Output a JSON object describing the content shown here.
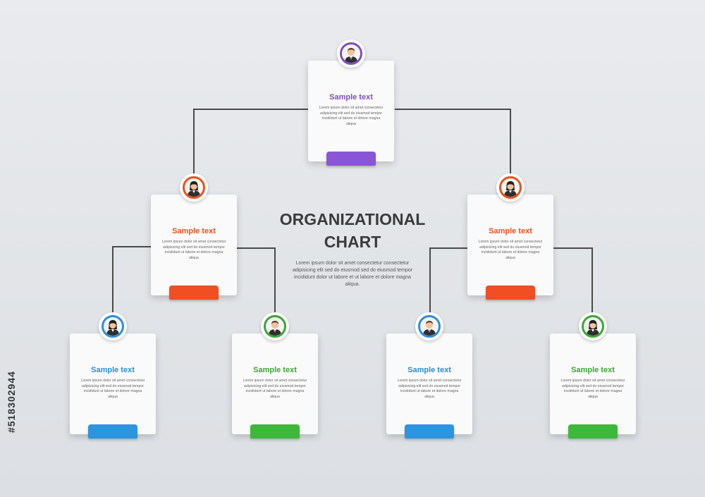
{
  "heading": {
    "line1": "ORGANIZATIONAL",
    "line2": "CHART"
  },
  "description": "Lorem ipsum dolor sit amet consectetur consectetur adipisicing elit sed do eiusmod sed do eiusmod tempor incididunt dolor ut labore et  ut labore et dolore magna aliqua.",
  "watermark": "#518302944",
  "nodes": [
    {
      "title": "Sample text",
      "body": "Lorem ipsum dolor sit amet consectetur adipisicing elit sed do eiusmod tempor incididunt ut labore et dolore magna aliqua",
      "accent": "#7b4fc4",
      "tab": "#8a55d6",
      "person": "male",
      "level": 1
    },
    {
      "title": "Sample text",
      "body": "Lorem ipsum dolor sit amet consectetur adipisicing elit sed do eiusmod tempor incididunt ut labore et dolore magna aliqua",
      "accent": "#e8521a",
      "tab": "#f04e23",
      "person": "female",
      "level": 2
    },
    {
      "title": "Sample text",
      "body": "Lorem ipsum dolor sit amet consectetur adipisicing elit sed do eiusmod tempor incididunt ut labore et dolore magna aliqua",
      "accent": "#e8521a",
      "tab": "#f04e23",
      "person": "female",
      "level": 2
    },
    {
      "title": "Sample text",
      "body": "Lorem ipsum dolor sit amet consectetur adipisicing elit sed do eiusmod tempor incididunt ut labore et dolore magna aliqua",
      "accent": "#2a8fd8",
      "tab": "#2b95e0",
      "person": "female",
      "level": 3
    },
    {
      "title": "Sample text",
      "body": "Lorem ipsum dolor sit amet consectetur adipisicing elit sed do eiusmod tempor incididunt ut labore et dolore magna aliqua",
      "accent": "#3aa635",
      "tab": "#3db83a",
      "person": "male",
      "level": 3
    },
    {
      "title": "Sample text",
      "body": "Lorem ipsum dolor sit amet consectetur adipisicing elit sed do eiusmod tempor incididunt ut labore et dolore magna aliqua",
      "accent": "#2a8fd8",
      "tab": "#2b95e0",
      "person": "male",
      "level": 3
    },
    {
      "title": "Sample text",
      "body": "Lorem ipsum dolor sit amet consectetur adipisicing elit sed do eiusmod tempor incididunt ut labore et dolore magna aliqua",
      "accent": "#3aa635",
      "tab": "#3db83a",
      "person": "female",
      "level": 3
    }
  ]
}
